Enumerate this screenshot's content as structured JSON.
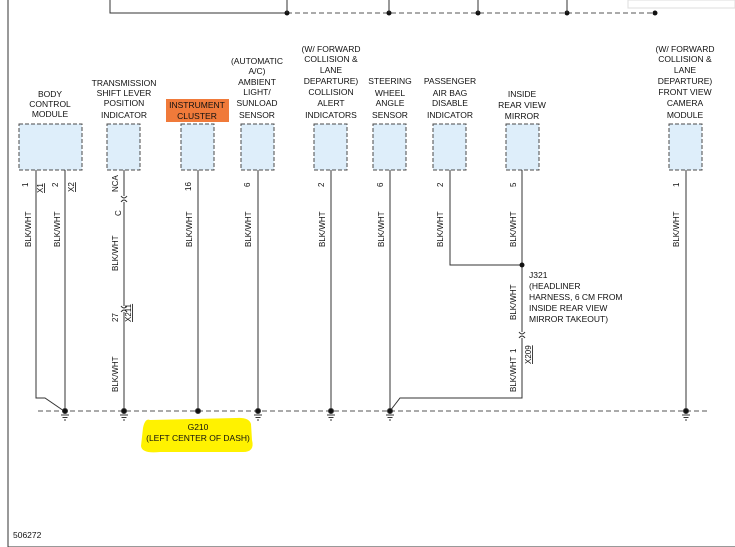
{
  "colors": {
    "highlight_orange": "#f07a3a",
    "highlight_yellow": "#fff200",
    "box_fill": "#deeefa"
  },
  "modules": [
    {
      "label": [
        "BODY",
        "CONTROL",
        "MODULE"
      ]
    },
    {
      "label": [
        "TRANSMISSION",
        "SHIFT LEVER",
        "POSITION",
        "INDICATOR"
      ]
    },
    {
      "label": [
        "INSTRUMENT",
        "CLUSTER"
      ]
    },
    {
      "label": [
        "(AUTOMATIC",
        "A/C)",
        "AMBIENT",
        "LIGHT/",
        "SUNLOAD",
        "SENSOR"
      ]
    },
    {
      "label": [
        "(W/ FORWARD",
        "COLLISION &",
        "LANE",
        "DEPARTURE)",
        "COLLISION",
        "ALERT",
        "INDICATORS"
      ]
    },
    {
      "label": [
        "STEERING",
        "WHEEL",
        "ANGLE",
        "SENSOR"
      ]
    },
    {
      "label": [
        "PASSENGER",
        "AIR BAG",
        "DISABLE",
        "INDICATOR"
      ]
    },
    {
      "label": [
        "INSIDE",
        "REAR VIEW",
        "MIRROR"
      ]
    },
    {
      "label": [
        "(W/ FORWARD",
        "COLLISION &",
        "LANE",
        "DEPARTURE)",
        "FRONT VIEW",
        "CAMERA",
        "MODULE"
      ]
    }
  ],
  "pins": [
    "1",
    "2",
    "NCA",
    "16",
    "6",
    "2",
    "6",
    "2",
    "5",
    "1"
  ],
  "connectors": [
    "X1",
    "X2",
    "C",
    "27",
    "X211",
    "1",
    "X209"
  ],
  "wire_color": "BLK/WHT",
  "splice": {
    "id": "J321",
    "desc": [
      "(HEADLINER",
      "HARNESS, 6 CM FROM",
      "INSIDE REAR VIEW",
      "MIRROR TAKEOUT)"
    ]
  },
  "ground": {
    "id": "G210",
    "location": "(LEFT CENTER OF DASH)"
  },
  "diagram_number": "506272"
}
